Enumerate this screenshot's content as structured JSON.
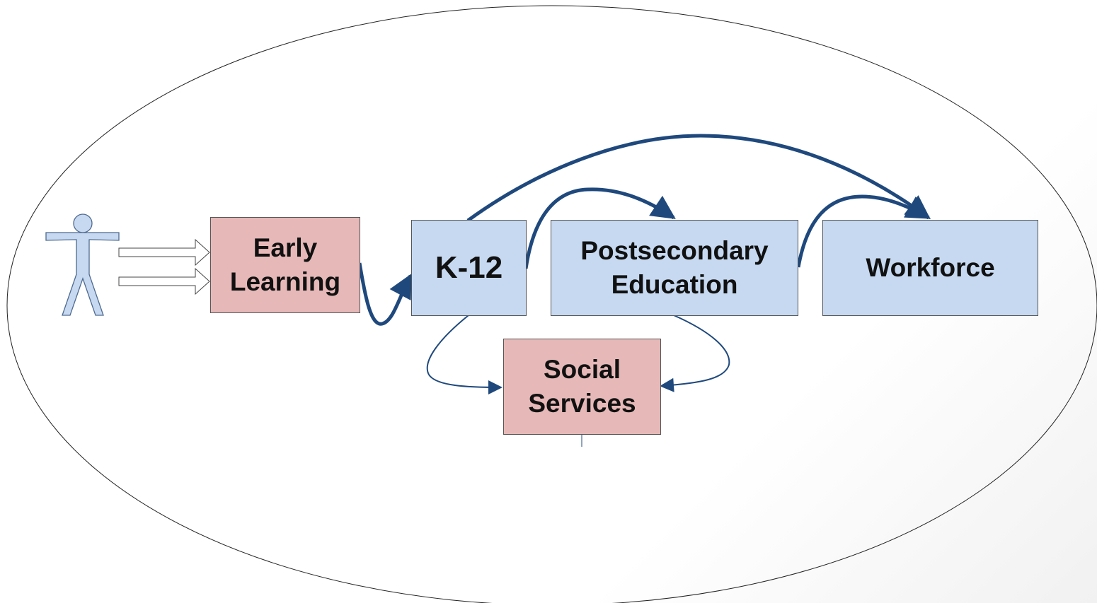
{
  "diagram": {
    "nodes": {
      "early_learning": {
        "label": "Early\nLearning"
      },
      "k12": {
        "label": "K-12"
      },
      "postsecondary": {
        "label": "Postsecondary\nEducation"
      },
      "workforce": {
        "label": "Workforce"
      },
      "social_services": {
        "label": "Social\nServices"
      }
    },
    "colors": {
      "pink_fill": "#e6b9b8",
      "blue_fill": "#c6d9f1",
      "arrow": "#1f497d",
      "figure_fill": "#c6d9f1",
      "figure_stroke": "#4f6a8f"
    },
    "icons": {
      "person": "person-icon"
    }
  }
}
